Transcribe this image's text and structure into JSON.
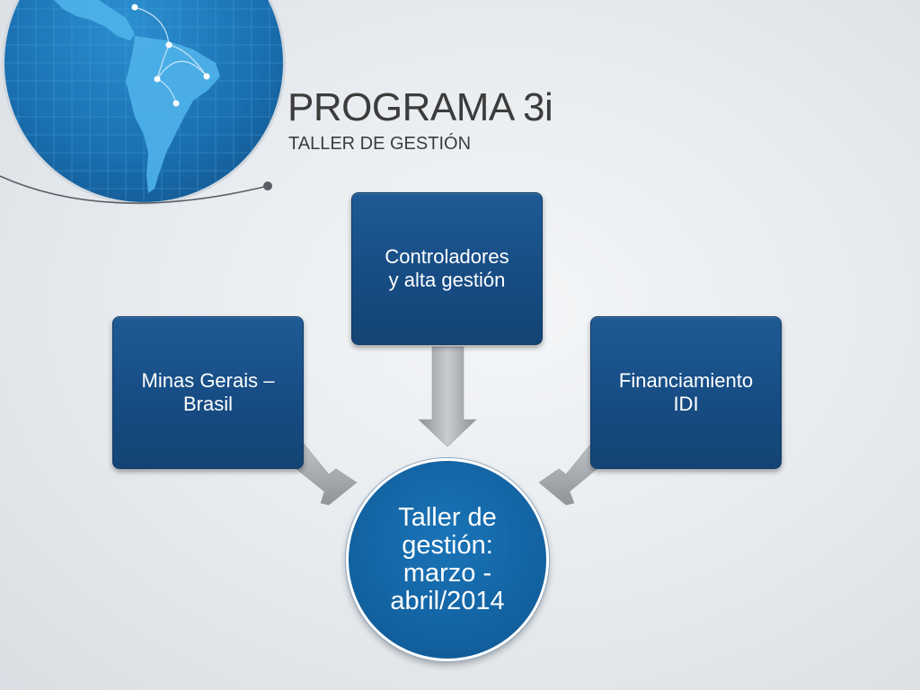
{
  "slide": {
    "title": "PROGRAMA 3i",
    "subtitle": "TALLER DE GESTIÓN"
  },
  "diagram": {
    "top_box": "Controladores\ny alta gestión",
    "left_box": "Minas Gerais –\nBrasil",
    "right_box": "Financiamiento\nIDI",
    "center_circle": "Taller de\ngestión:\nmarzo -\nabril/2014"
  },
  "colors": {
    "box_blue": "#164b82",
    "circle_blue": "#12609e",
    "arrow_gray": "#a9adb1",
    "title_text": "#3c3c3c"
  },
  "icons": {
    "globe": "south-america-globe-icon"
  }
}
